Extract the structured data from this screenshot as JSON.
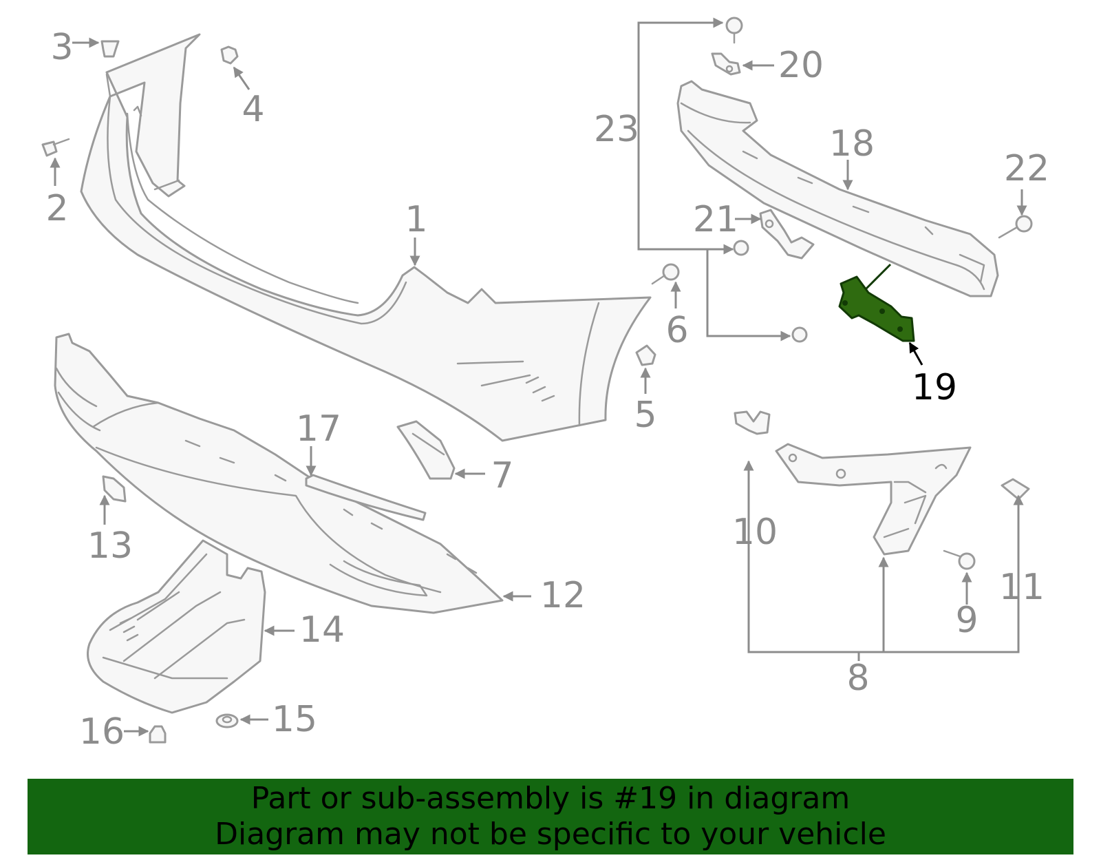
{
  "diagram": {
    "callouts": [
      {
        "id": "1",
        "label": "1"
      },
      {
        "id": "2",
        "label": "2"
      },
      {
        "id": "3",
        "label": "3"
      },
      {
        "id": "4",
        "label": "4"
      },
      {
        "id": "5",
        "label": "5"
      },
      {
        "id": "6",
        "label": "6"
      },
      {
        "id": "7",
        "label": "7"
      },
      {
        "id": "8",
        "label": "8"
      },
      {
        "id": "9",
        "label": "9"
      },
      {
        "id": "10",
        "label": "10"
      },
      {
        "id": "11",
        "label": "11"
      },
      {
        "id": "12",
        "label": "12"
      },
      {
        "id": "13",
        "label": "13"
      },
      {
        "id": "14",
        "label": "14"
      },
      {
        "id": "15",
        "label": "15"
      },
      {
        "id": "16",
        "label": "16"
      },
      {
        "id": "17",
        "label": "17"
      },
      {
        "id": "18",
        "label": "18"
      },
      {
        "id": "19",
        "label": "19"
      },
      {
        "id": "20",
        "label": "20"
      },
      {
        "id": "21",
        "label": "21"
      },
      {
        "id": "22",
        "label": "22"
      },
      {
        "id": "23",
        "label": "23"
      }
    ],
    "highlighted_part": "19",
    "colors": {
      "line": "#9a9a9a",
      "label": "#8c8c8c",
      "highlight_fill": "#2f6b10",
      "highlight_label": "#000000",
      "banner_bg": "#136610"
    }
  },
  "banner": {
    "line1": "Part or sub-assembly is #19 in diagram",
    "line2": "Diagram may not be specific to your vehicle"
  }
}
